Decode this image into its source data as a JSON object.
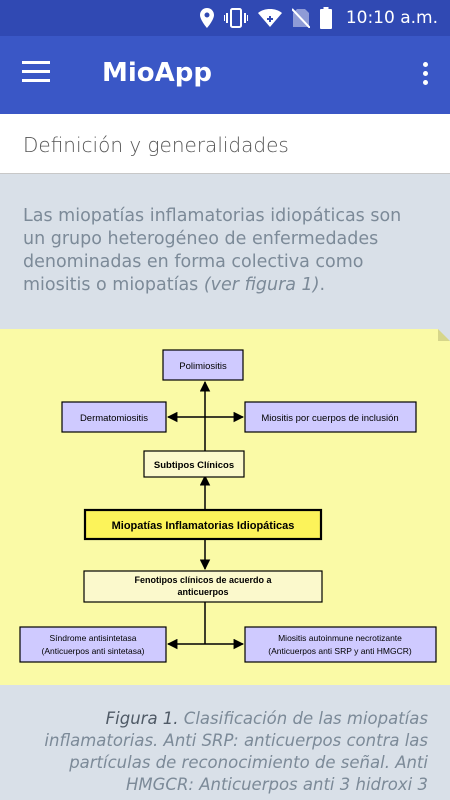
{
  "status": {
    "time": "10:10 a.m.",
    "icons": [
      "location-icon",
      "vibrate-icon",
      "wifi-icon",
      "no-sim-icon",
      "battery-icon"
    ]
  },
  "app_bar": {
    "title": "MioApp",
    "menu_icon": "hamburger-icon",
    "more_icon": "more-vert-icon"
  },
  "section": {
    "title": "Definición y generalidades"
  },
  "intro": {
    "text": "Las miopatías inflamatorias idiopáticas son un grupo heterogéneo de enfermedades denominadas en forma colectiva como miositis o miopatías ",
    "ref": "(ver figura 1)",
    "end": "."
  },
  "diagram": {
    "polimiositis": "Polimiositis",
    "dermatomiositis": "Dermatomiositis",
    "cuerpos_inclusion": "Miositis por cuerpos de inclusión",
    "subtipos": "Subtipos Clínicos",
    "mii": "Miopatías Inflamatorias Idiopáticas",
    "fenotipos_1": "Fenotipos clínicos de acuerdo a",
    "fenotipos_2": "anticuerpos",
    "antisintetasa_1": "Síndrome antisintetasa",
    "antisintetasa_2": "(Anticuerpos anti sintetasa)",
    "necrotizante_1": "Miositis autoinmune necrotizante",
    "necrotizante_2": "(Anticuerpos anti SRP y anti HMGCR)"
  },
  "caption": {
    "label": "Figura 1.",
    "text": " Clasificación de las miopatías inflamatorias. Anti SRP: anticuerpos contra las partículas de reconocimiento de señal. Anti HMGCR: Anticuerpos anti 3 hidroxi 3"
  },
  "colors": {
    "status_bar": "#3049b3",
    "app_bar": "#3a57c6",
    "figure_bg": "#fafaa6",
    "box_purple": "#cfcaff",
    "box_yellow": "#fcf35a"
  }
}
